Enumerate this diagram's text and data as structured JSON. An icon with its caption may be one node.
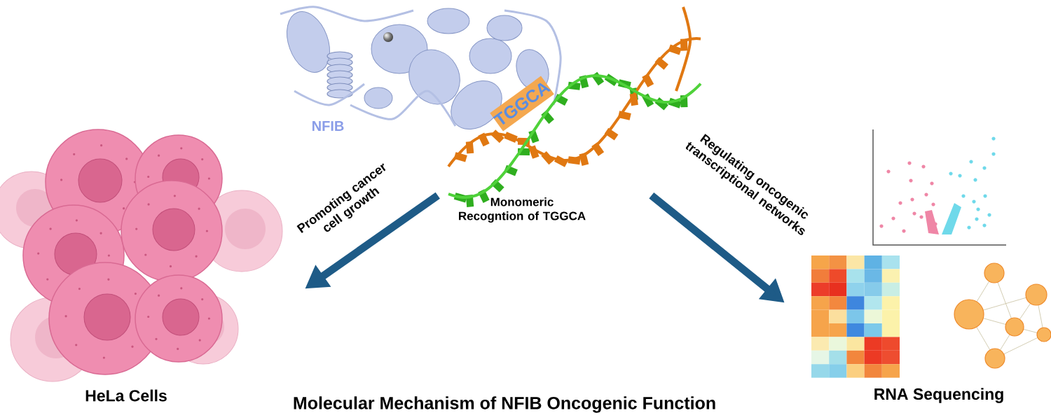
{
  "diagram": {
    "title": "Molecular Mechanism of NFIB Oncogenic Function",
    "nodes": [
      {
        "text": [
          "NFIB",
          "TGGCA"
        ],
        "beside": [
          "Monomeric Recogntion of TGGCA"
        ]
      },
      {
        "text": [
          "HeLa Cells"
        ]
      },
      {
        "text": [
          "RNA Sequencing"
        ]
      }
    ],
    "edges": [
      {
        "from": 0,
        "to": 1,
        "arrow": "to",
        "label": "Promoting cancer cell growth"
      },
      {
        "from": 0,
        "to": 2,
        "arrow": "to",
        "label": "Regulating oncogenic transcriptional networks"
      }
    ]
  }
}
